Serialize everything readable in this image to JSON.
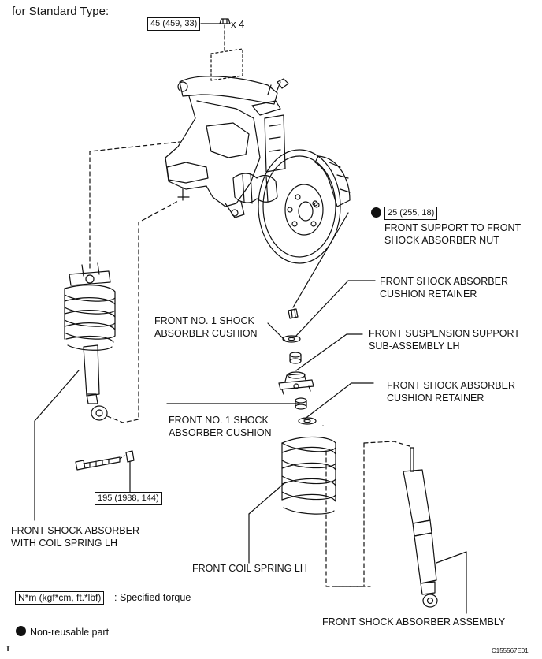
{
  "header": {
    "title": "for Standard Type:"
  },
  "torques": {
    "t_top": "45 (459, 33)",
    "t_top_qty": "x 4",
    "t_nut": "25 (255, 18)",
    "t_lower": "195 (1988, 144)"
  },
  "labels": {
    "support_nut": [
      "FRONT SUPPORT TO FRONT",
      "SHOCK ABSORBER NUT"
    ],
    "retainer_upper": [
      "FRONT SHOCK ABSORBER",
      "CUSHION RETAINER"
    ],
    "cushion_upper": [
      "FRONT NO. 1 SHOCK",
      "ABSORBER CUSHION"
    ],
    "support_sub": [
      "FRONT SUSPENSION SUPPORT",
      "SUB-ASSEMBLY LH"
    ],
    "retainer_lower": [
      "FRONT SHOCK ABSORBER",
      "CUSHION RETAINER"
    ],
    "cushion_lower": [
      "FRONT NO. 1 SHOCK",
      "ABSORBER CUSHION"
    ],
    "absorber_coil": [
      "FRONT SHOCK ABSORBER",
      "WITH COIL SPRING LH"
    ],
    "coil_spring": "FRONT COIL SPRING LH",
    "absorber_assy": "FRONT SHOCK ABSORBER ASSEMBLY"
  },
  "legend": {
    "unit_box": "N*m (kgf*cm, ft.*lbf)",
    "unit_text": ": Specified torque",
    "nonreusable": "Non-reusable part"
  },
  "footer": {
    "left": "T",
    "code": "C155567E01"
  }
}
